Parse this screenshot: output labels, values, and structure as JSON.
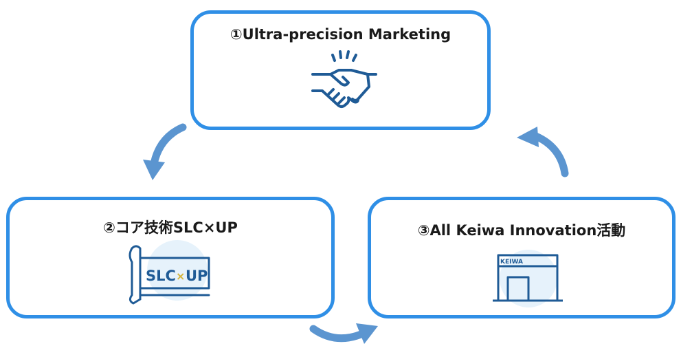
{
  "diagram": {
    "nodes": [
      {
        "id": "n1",
        "title": "①Ultra-precision Marketing",
        "icon": "handshake-icon"
      },
      {
        "id": "n2",
        "title": "②コア技術SLC×UP",
        "icon": "banner-icon",
        "banner_text": {
          "left": "SLC",
          "mid": "×",
          "right": "UP"
        }
      },
      {
        "id": "n3",
        "title": "③All Keiwa Innovation活動",
        "icon": "building-icon",
        "sign_text": "KEIWA"
      }
    ],
    "edges": [
      {
        "from": "n1",
        "to": "n2"
      },
      {
        "from": "n2",
        "to": "n3"
      },
      {
        "from": "n3",
        "to": "n1"
      }
    ],
    "colors": {
      "border": "#2f8fe6",
      "arrow": "#5b95d0",
      "icon": "#1f5b96",
      "icon_bg": "#e6f2fb",
      "mark": "#d4b43a"
    }
  }
}
